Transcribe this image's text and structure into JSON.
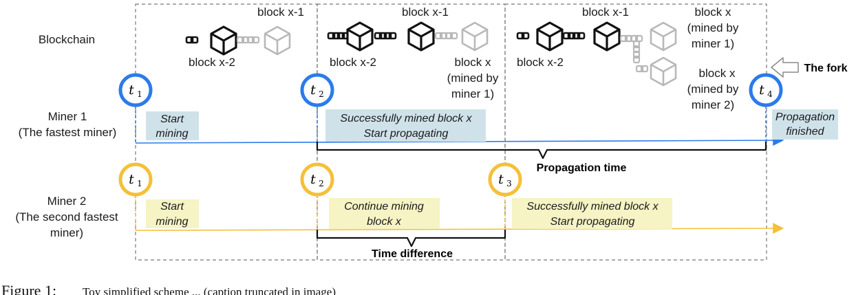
{
  "colors": {
    "miner1": "#2b7bea",
    "miner2": "#f5c038",
    "box1": "#cfe2ea",
    "box2": "#f6f3c4",
    "dashed_border": "#777777",
    "block_dark": "#111111",
    "block_gray": "#b8b8b8"
  },
  "rows": {
    "blockchain_label": "Blockchain",
    "miner1_label_line1": "Miner 1",
    "miner1_label_line2": "(The fastest miner)",
    "miner2_label_line1": "Miner 2",
    "miner2_label_line2": "(The second fastest",
    "miner2_label_line3": "miner)"
  },
  "stage1": {
    "block_top": "block x-1",
    "block_bottom": "block x-2"
  },
  "stage2": {
    "block_top": "block x-1",
    "block_bottom_left": "block x-2",
    "block_x_line1": "block x",
    "block_x_line2": "(mined by",
    "block_x_line3": "miner 1)"
  },
  "stage3": {
    "block_top": "block x-1",
    "block_bottom_left": "block x-2",
    "block_x1_line1": "block x",
    "block_x1_line2": "(mined by",
    "block_x1_line3": "miner 1)",
    "block_x2_line1": "block x",
    "block_x2_line2": "(mined by",
    "block_x2_line3": "miner 2)"
  },
  "fork_label": "The fork",
  "timepoints": {
    "t": "t",
    "m1": [
      "1",
      "2",
      "4"
    ],
    "m2": [
      "1",
      "2",
      "3"
    ]
  },
  "miner1_events": {
    "start_line1": "Start",
    "start_line2": "mining",
    "mined_line1": "Successfully mined block x",
    "mined_line2": "Start propagating",
    "finish_line1": "Propagation",
    "finish_line2": "finished"
  },
  "miner2_events": {
    "start_line1": "Start",
    "start_line2": "mining",
    "continue_line1": "Continue mining",
    "continue_line2": "block x",
    "mined_line1": "Successfully mined block x",
    "mined_line2": "Start propagating"
  },
  "braces": {
    "propagation": "Propagation time",
    "difference": "Time difference"
  },
  "caption": {
    "prefix": "Figure 1:",
    "text": "Toy simplified scheme ... (caption truncated in image)"
  }
}
